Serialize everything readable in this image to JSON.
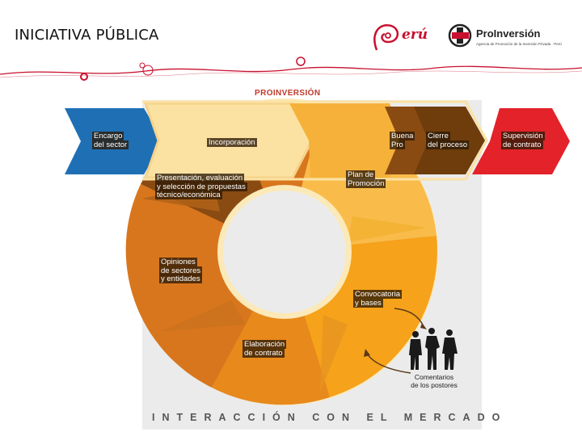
{
  "slide": {
    "title": "INICIATIVA PÚBLICA"
  },
  "logos": {
    "peru": {
      "text": "erú",
      "color": "#c8102e"
    },
    "proinversion": {
      "name": "ProInversión",
      "tagline": "Agencia de Promoción de la Inversión Privada · Perú"
    }
  },
  "diagram": {
    "heading": "PROINVERSIÓN",
    "stages": {
      "encargo": "Encargo\ndel sector",
      "incorporacion": "Incorporación",
      "buena_pro": "Buena\nPro",
      "cierre": "Cierre\ndel proceso",
      "supervision": "Supervisión\nde contrato",
      "presentacion": "Presentación, evaluación\ny selección de propuestas\ntécnico/económica",
      "plan": "Plan de\nPromoción",
      "opiniones": "Opiniones\nde sectores\ny entidades",
      "convocatoria": "Convocatoria\ny bases",
      "elaboracion": "Elaboración\nde contrato"
    },
    "comments": "Comentarios\nde los postores",
    "footer": "INTERACCIÓN CON EL MERCADO"
  },
  "colors": {
    "blue": "#1f6fb5",
    "red": "#e32229",
    "dark_brown": "#6e3d0b",
    "brown": "#8a4b12",
    "orange": "#f6a21a",
    "light_orange": "#f9bc4b",
    "pale": "#fbe2a3",
    "ring_dark": "#d8761e",
    "gray_panel": "#ebebeb"
  }
}
